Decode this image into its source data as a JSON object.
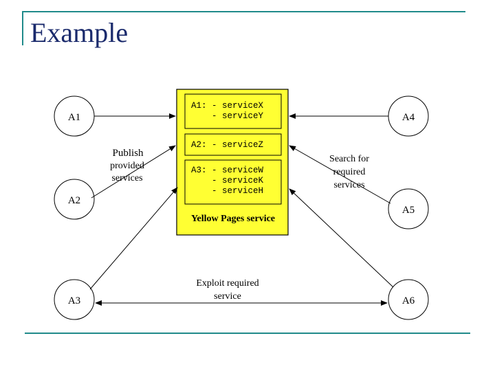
{
  "slide": {
    "title": "Example",
    "accent_color": "#1f8a8a",
    "title_color": "#1a2a6c"
  },
  "diagram": {
    "agents": {
      "a1": "A1",
      "a2": "A2",
      "a3": "A3",
      "a4": "A4",
      "a5": "A5",
      "a6": "A6"
    },
    "yellow_pages": {
      "fill_color": "#ffff33",
      "title": "Yellow Pages service",
      "box1": {
        "line1": "A1: - serviceX",
        "line2": "    - serviceY"
      },
      "box2": {
        "line1": "A2: - serviceZ"
      },
      "box3": {
        "line1": "A3: - serviceW",
        "line2": "    - serviceK",
        "line3": "    - serviceH"
      }
    },
    "labels": {
      "publish": [
        "Publish",
        "provided",
        "services"
      ],
      "search": [
        "Search for",
        "required",
        "services"
      ],
      "exploit": [
        "Exploit required",
        "service"
      ]
    }
  }
}
